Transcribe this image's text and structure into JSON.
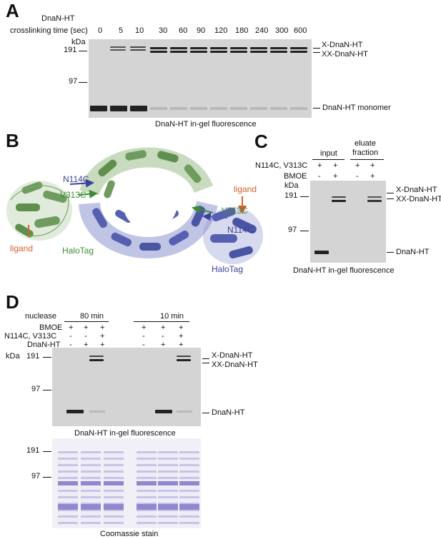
{
  "panelA": {
    "letter": "A",
    "row1_label": "DnaN-HT",
    "row2_label": "crosslinking time (sec)",
    "times": [
      "0",
      "5",
      "10",
      "30",
      "60",
      "90",
      "120",
      "180",
      "240",
      "300",
      "600"
    ],
    "kda": "kDa",
    "marker191": "191",
    "marker97": "97",
    "band_x": "X-DnaN-HT",
    "band_xx": "XX-DnaN-HT",
    "band_mono": "DnaN-HT monomer",
    "caption": "DnaN-HT in-gel fluorescence"
  },
  "panelB": {
    "letter": "B",
    "n114c_left": "N114C",
    "v313c_left": "V313C",
    "v313c_right": "V313C",
    "n114c_right": "N114C",
    "ligand_left": "ligand",
    "ligand_right": "ligand",
    "halotag_left": "HaloTag",
    "halotag_right": "HaloTag",
    "green": "#5f8f4e",
    "blue": "#5560b0",
    "orange": "#d2612a"
  },
  "panelC": {
    "letter": "C",
    "input": "input",
    "eluate": "eluate",
    "fraction": "fraction",
    "row1_label": "N114C, V313C",
    "row1_vals": [
      "+",
      "+",
      "+",
      "+"
    ],
    "row2_label": "BMOE",
    "row2_vals": [
      "-",
      "+",
      "-",
      "+"
    ],
    "kda": "kDa",
    "marker191": "191",
    "marker97": "97",
    "band_x": "X-DnaN-HT",
    "band_xx": "XX-DnaN-HT",
    "band_mono": "DnaN-HT",
    "caption": "DnaN-HT in-gel fluorescence"
  },
  "panelD": {
    "letter": "D",
    "nuclease": "nuclease",
    "t80": "80 min",
    "t10": "10 min",
    "row1_label": "BMOE",
    "row1_vals": [
      "+",
      "+",
      "+",
      "+",
      "+",
      "+"
    ],
    "row2_label": "N114C, V313C",
    "row2_vals": [
      "-",
      "-",
      "+",
      "-",
      "-",
      "+"
    ],
    "row3_label": "DnaN-HT",
    "row3_vals": [
      "-",
      "+",
      "+",
      "-",
      "+",
      "+"
    ],
    "kda": "kDa",
    "marker191": "191",
    "marker97": "97",
    "band_x": "X-DnaN-HT",
    "band_xx": "XX-DnaN-HT",
    "band_mono": "DnaN-HT",
    "caption": "DnaN-HT in-gel fluorescence",
    "cm_marker191": "191",
    "cm_marker97": "97",
    "cm_caption": "Coomassie stain"
  }
}
